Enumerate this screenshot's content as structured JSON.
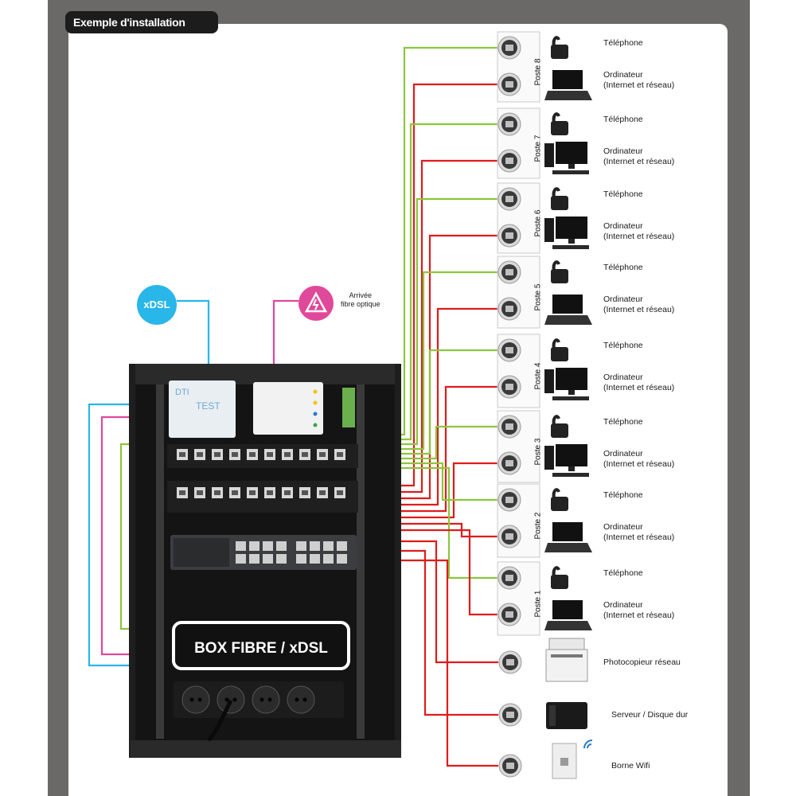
{
  "title": "Exemple d'installation",
  "colors": {
    "frame": "#6b6968",
    "green_cable": "#8cc63f",
    "red_cable": "#e01b1b",
    "blue_cable": "#29b6e8",
    "pink_cable": "#e0489a"
  },
  "inputs": {
    "xdsl_label": "xDSL",
    "fiber_label_line1": "Arrivée",
    "fiber_label_line2": "fibre optique"
  },
  "rack": {
    "dti_text_1": "DTI",
    "dti_text_2": "TEST",
    "box_label": "BOX FIBRE / xDSL"
  },
  "postes": [
    {
      "name": "Poste 8",
      "phone_label": "Téléphone",
      "computer_label_1": "Ordinateur",
      "computer_label_2": "(Internet et réseau)"
    },
    {
      "name": "Poste 7",
      "phone_label": "Téléphone",
      "computer_label_1": "Ordinateur",
      "computer_label_2": "(Internet et réseau)"
    },
    {
      "name": "Poste 6",
      "phone_label": "Téléphone",
      "computer_label_1": "Ordinateur",
      "computer_label_2": "(Internet et réseau)"
    },
    {
      "name": "Poste 5",
      "phone_label": "Téléphone",
      "computer_label_1": "Ordinateur",
      "computer_label_2": "(Internet et réseau)"
    },
    {
      "name": "Poste 4",
      "phone_label": "Téléphone",
      "computer_label_1": "Ordinateur",
      "computer_label_2": "(Internet et réseau)"
    },
    {
      "name": "Poste 3",
      "phone_label": "Téléphone",
      "computer_label_1": "Ordinateur",
      "computer_label_2": "(Internet et réseau)"
    },
    {
      "name": "Poste 2",
      "phone_label": "Téléphone",
      "computer_label_1": "Ordinateur",
      "computer_label_2": "(Internet et réseau)"
    },
    {
      "name": "Poste 1",
      "phone_label": "Téléphone",
      "computer_label_1": "Ordinateur",
      "computer_label_2": "(Internet et réseau)"
    }
  ],
  "peripherals": [
    {
      "label": "Photocopieur réseau",
      "icon": "copier-icon"
    },
    {
      "label": "Serveur / Disque dur",
      "icon": "nas-icon"
    },
    {
      "label": "Borne Wifi",
      "icon": "wifi-access-point-icon"
    }
  ]
}
